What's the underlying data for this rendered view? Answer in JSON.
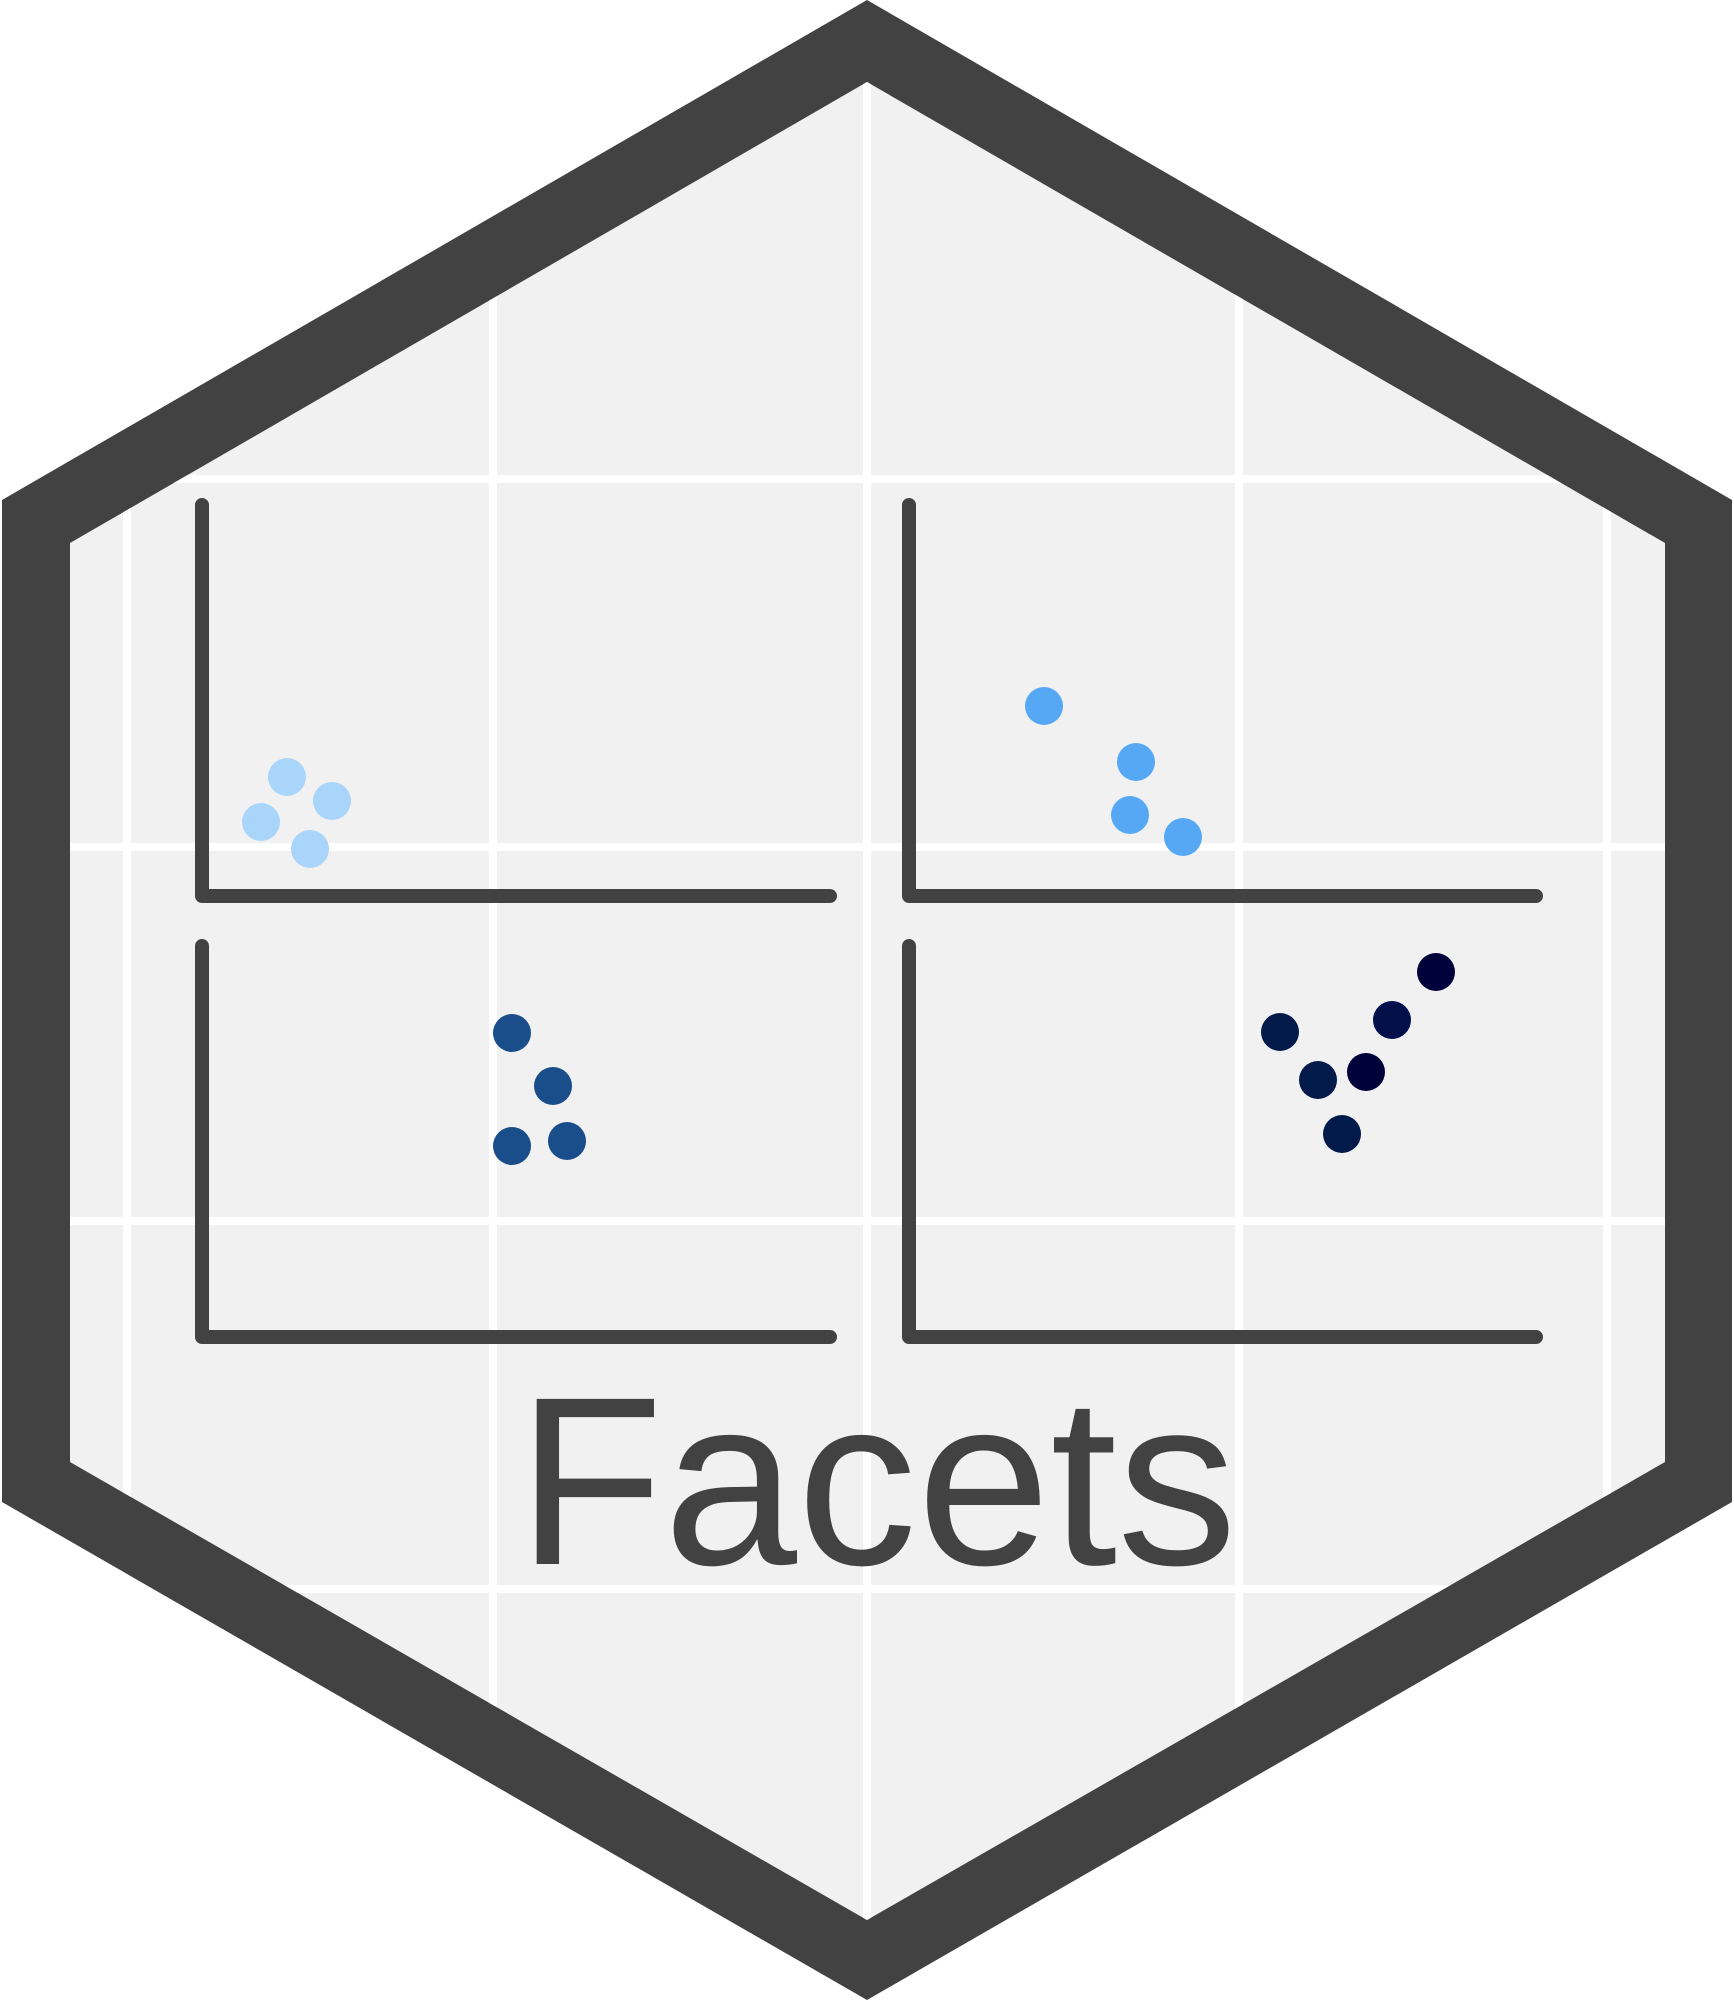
{
  "logo": {
    "title": "Facets",
    "colors": {
      "border": "#424242",
      "background": "#f1f1f1",
      "grid": "#ffffff",
      "axis": "#424242",
      "title": "#424242"
    },
    "facets": [
      {
        "id": "top-left",
        "point_color": "#a9d5fb"
      },
      {
        "id": "top-right",
        "point_color": "#56a8f5"
      },
      {
        "id": "bottom-left",
        "point_color": "#1a4e8a"
      },
      {
        "id": "bottom-right",
        "point_color": "#021a4a"
      }
    ]
  }
}
